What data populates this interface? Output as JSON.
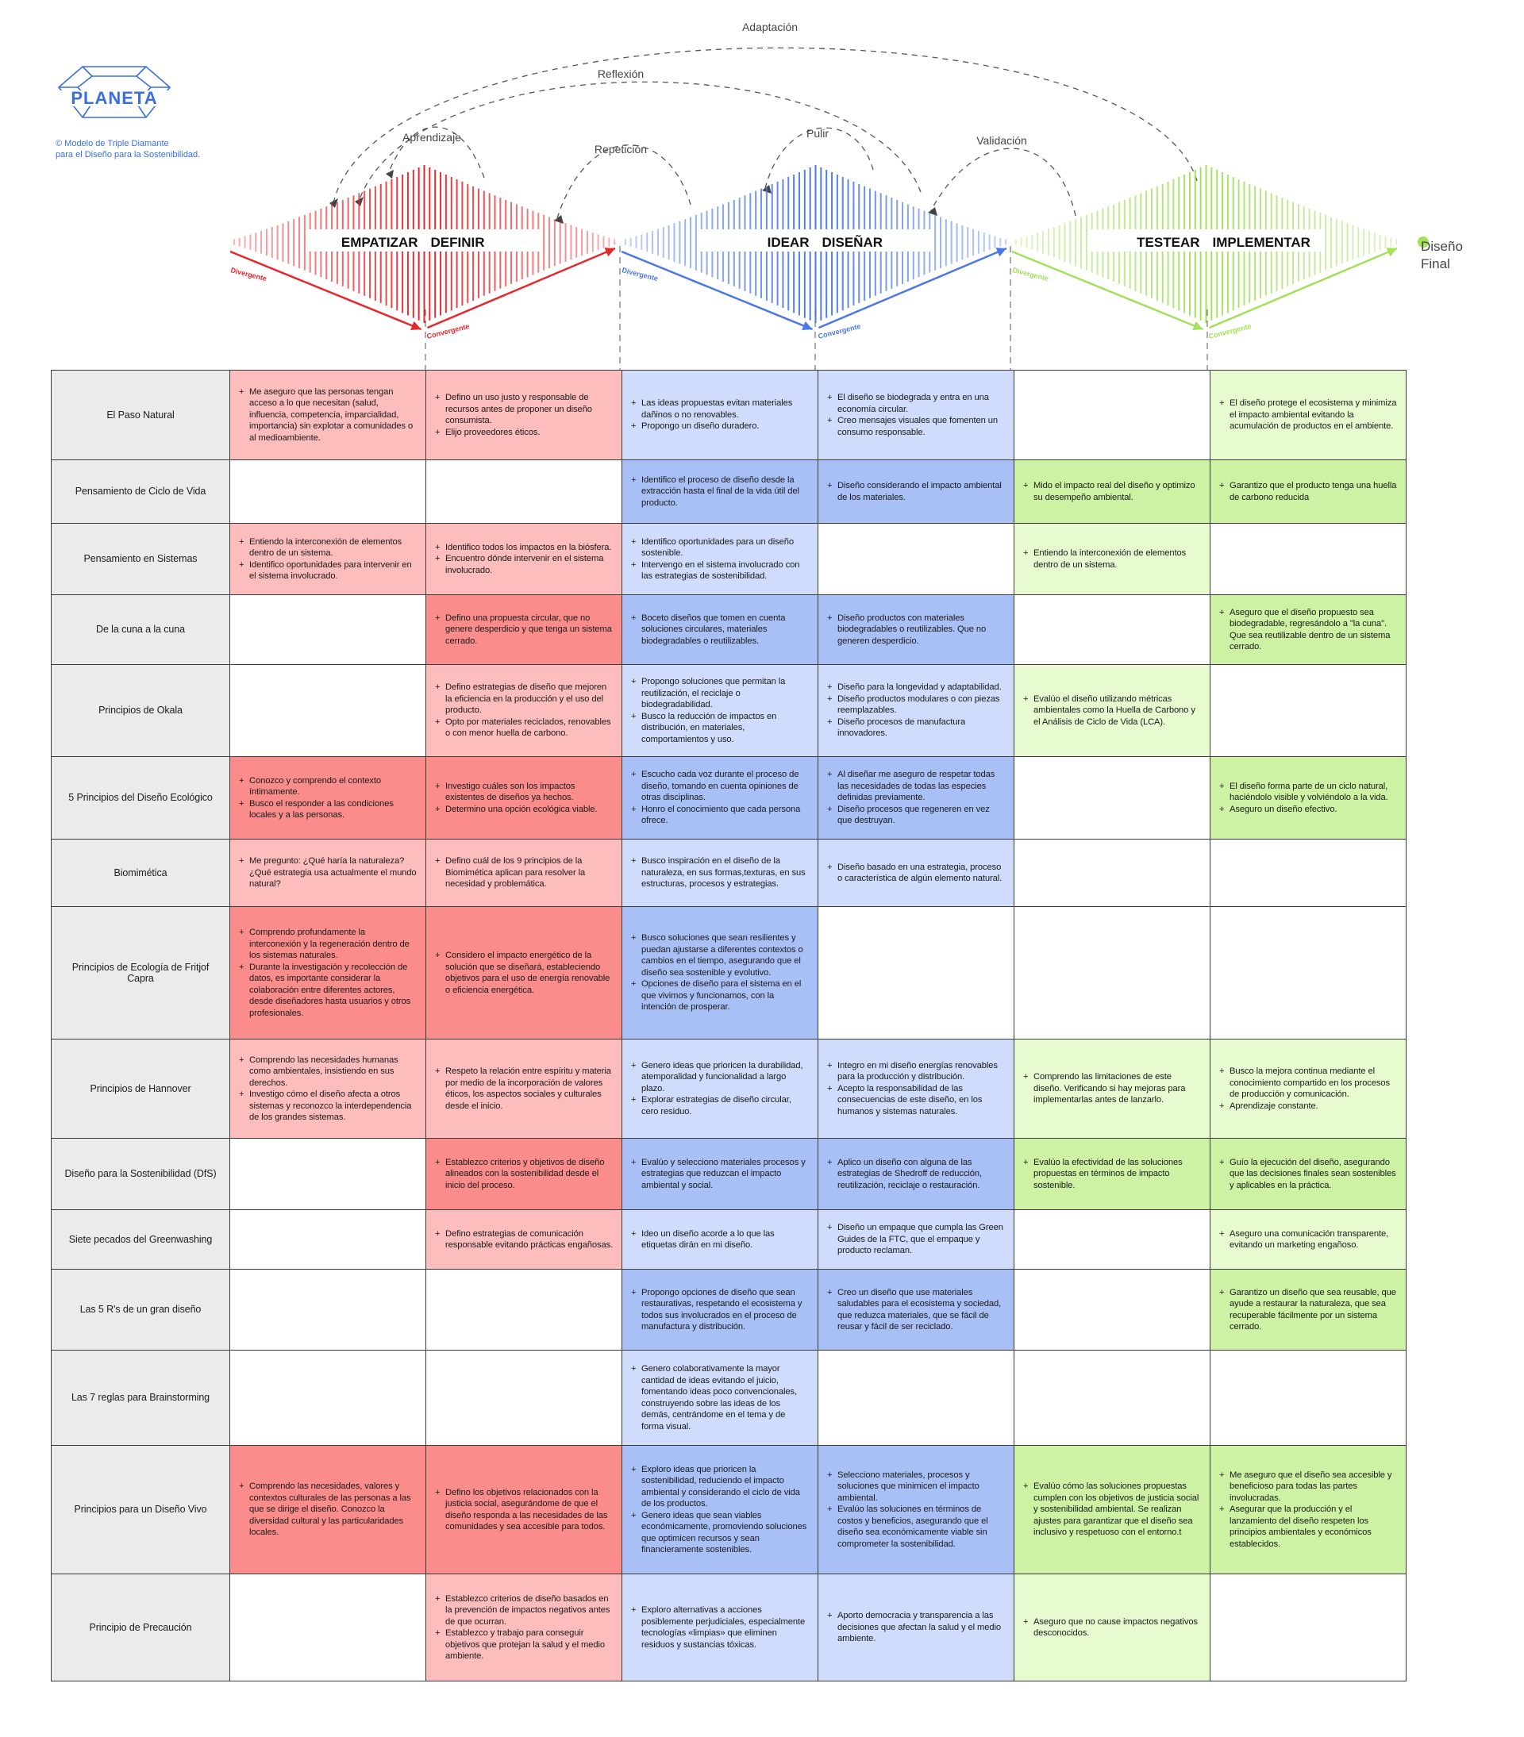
{
  "brand": {
    "logo_text": "PLANETA",
    "tagline_line1": "© Modelo de Triple Diamante",
    "tagline_line2": "para el Diseño para la Sostenibilidad."
  },
  "colors": {
    "red": "#e8262a",
    "blue": "#4a78e8",
    "green": "#a4e05a",
    "red_light": "#fdbdbd",
    "red_dark": "#fb8c8c",
    "blue_light": "#cfdcfc",
    "blue_dark": "#a9c0f6",
    "green_light": "#e8fbd0",
    "green_dark": "#cdf2a4"
  },
  "loops": {
    "adaptacion": "Adaptación",
    "reflexion": "Reflexión",
    "aprendizaje": "Aprendizaje",
    "repeticion": "Repetición",
    "pulir": "Pulir",
    "validacion": "Validación"
  },
  "diamonds": [
    {
      "left": "EMPATIZAR",
      "right": "DEFINIR",
      "color": "red",
      "divergent": "Divergente",
      "convergent": "Convergente"
    },
    {
      "left": "IDEAR",
      "right": "DISEÑAR",
      "color": "blue",
      "divergent": "Divergente",
      "convergent": "Convergente"
    },
    {
      "left": "TESTEAR",
      "right": "IMPLEMENTAR",
      "color": "green",
      "divergent": "Divergente",
      "convergent": "Convergente"
    }
  ],
  "final": {
    "line1": "Diseño",
    "line2": "Final"
  },
  "rows": [
    {
      "name": "El Paso Natural",
      "cells": [
        {
          "s": "r1",
          "items": [
            "Me aseguro que las personas tengan acceso a lo que necesitan (salud, influencia, competencia, imparcialidad, importancia) sin explotar a comunidades o al medioambiente."
          ]
        },
        {
          "s": "r1",
          "items": [
            "Defino un uso justo y responsable de recursos antes de proponer un diseño consumista.",
            "Elijo proveedores éticos."
          ]
        },
        {
          "s": "b1",
          "items": [
            "Las ideas propuestas evitan materiales dañinos o no renovables.",
            "Propongo un diseño duradero."
          ]
        },
        {
          "s": "b1",
          "items": [
            "El diseño se biodegrada y entra en una economía circular.",
            "Creo mensajes visuales que fomenten un consumo responsable."
          ]
        },
        {
          "s": "empty",
          "items": []
        },
        {
          "s": "g1",
          "items": [
            "El diseño protege el ecosistema y minimiza el impacto ambiental evitando la acumulación de productos en el ambiente."
          ]
        }
      ]
    },
    {
      "name": "Pensamiento de Ciclo de Vida",
      "cells": [
        {
          "s": "empty",
          "items": []
        },
        {
          "s": "empty",
          "items": []
        },
        {
          "s": "b2",
          "items": [
            "Identifico el proceso de diseño desde la extracción hasta el final de la vida útil del producto."
          ]
        },
        {
          "s": "b2",
          "items": [
            "Diseño considerando el impacto ambiental de los materiales."
          ]
        },
        {
          "s": "g2",
          "items": [
            "Mido el impacto real del diseño y optimizo su desempeño ambiental."
          ]
        },
        {
          "s": "g2",
          "items": [
            "Garantizo que el producto tenga una huella de carbono reducida"
          ]
        }
      ]
    },
    {
      "name": "Pensamiento en Sistemas",
      "cells": [
        {
          "s": "r1",
          "items": [
            "Entiendo la interconexión de elementos dentro de un sistema.",
            "Identifico oportunidades para intervenir en el sistema involucrado."
          ]
        },
        {
          "s": "r1",
          "items": [
            "Identifico todos los impactos en la biósfera.",
            "Encuentro dónde intervenir en el sistema involucrado."
          ]
        },
        {
          "s": "b1",
          "items": [
            "Identifico oportunidades para un diseño sostenible.",
            "Intervengo en el sistema involucrado con las estrategias de sostenibilidad."
          ]
        },
        {
          "s": "empty",
          "items": []
        },
        {
          "s": "g1",
          "items": [
            "Entiendo la interconexión de elementos dentro de un sistema."
          ]
        },
        {
          "s": "empty",
          "items": []
        }
      ]
    },
    {
      "name": "De la cuna a la cuna",
      "cells": [
        {
          "s": "empty",
          "items": []
        },
        {
          "s": "r2",
          "items": [
            "Defino una propuesta circular, que no genere desperdicio y que tenga un sistema cerrado."
          ]
        },
        {
          "s": "b2",
          "items": [
            "Boceto diseños que tomen en cuenta soluciones circulares, materiales biodegradables o reutilizables."
          ]
        },
        {
          "s": "b2",
          "items": [
            "Diseño productos con materiales biodegradables o reutilizables. Que no generen desperdicio."
          ]
        },
        {
          "s": "empty",
          "items": []
        },
        {
          "s": "g2",
          "items": [
            "Aseguro que el diseño propuesto sea biodegradable, regresándolo a \"la cuna\". Que sea reutilizable dentro de un sistema cerrado."
          ]
        }
      ]
    },
    {
      "name": "Principios de Okala",
      "cells": [
        {
          "s": "empty",
          "items": []
        },
        {
          "s": "r1",
          "items": [
            "Defino estrategias de diseño que mejoren la eficiencia en la producción y el uso del producto.",
            "Opto por materiales reciclados, renovables o con menor huella de carbono."
          ]
        },
        {
          "s": "b1",
          "items": [
            "Propongo soluciones que permitan la reutilización, el reciclaje o biodegradabilidad.",
            "Busco la reducción de impactos en distribución, en materiales, comportamientos y uso."
          ]
        },
        {
          "s": "b1",
          "items": [
            "Diseño para la longevidad y adaptabilidad.",
            "Diseño productos modulares o con piezas reemplazables.",
            "Diseño procesos de manufactura innovadores."
          ]
        },
        {
          "s": "g1",
          "items": [
            "Evalúo el diseño utilizando métricas ambientales como la Huella de Carbono y el Análisis de Ciclo de Vida (LCA)."
          ]
        },
        {
          "s": "empty",
          "items": []
        }
      ]
    },
    {
      "name": "5 Principios del Diseño Ecológico",
      "cells": [
        {
          "s": "r2",
          "items": [
            "Conozco y comprendo el contexto íntimamente.",
            "Busco el responder a las condiciones locales y a las personas."
          ]
        },
        {
          "s": "r2",
          "items": [
            "Investigo cuáles son los impactos existentes de diseños ya hechos.",
            "Determino una opción ecológica viable."
          ]
        },
        {
          "s": "b2",
          "items": [
            "Escucho cada voz durante el proceso de diseño, tomando en cuenta opiniones de otras disciplinas.",
            "Honro el conocimiento que cada persona ofrece."
          ]
        },
        {
          "s": "b2",
          "items": [
            "Al diseñar me aseguro de respetar todas las necesidades de todas las especies definidas previamente.",
            "Diseño procesos que regeneren en vez que destruyan."
          ]
        },
        {
          "s": "empty",
          "items": []
        },
        {
          "s": "g2",
          "items": [
            "El diseño forma parte de un ciclo natural, haciéndolo visible y volviéndolo a la vida.",
            "Aseguro un diseño efectivo."
          ]
        }
      ]
    },
    {
      "name": "Biomimética",
      "cells": [
        {
          "s": "r1",
          "items": [
            "Me pregunto: ¿Qué haría la naturaleza? ¿Qué estrategia usa actualmente el mundo natural?"
          ]
        },
        {
          "s": "r1",
          "items": [
            "Defino cuál de los 9 principios de la Biomimética aplican para resolver la necesidad y problemática."
          ]
        },
        {
          "s": "b1",
          "items": [
            "Busco inspiración en el diseño de la naturaleza, en sus formas,texturas, en sus estructuras, procesos y estrategias."
          ]
        },
        {
          "s": "b1",
          "items": [
            "Diseño basado en una estrategia, proceso o característica de algún elemento natural."
          ]
        },
        {
          "s": "empty",
          "items": []
        },
        {
          "s": "empty",
          "items": []
        }
      ]
    },
    {
      "name": "Principios de Ecología de Fritjof Capra",
      "cells": [
        {
          "s": "r2",
          "items": [
            "Comprendo profundamente la interconexión y la regeneración dentro de los sistemas naturales.",
            "Durante la investigación y recolección de datos, es importante considerar la colaboración entre diferentes actores, desde diseñadores hasta usuarios y otros profesionales."
          ]
        },
        {
          "s": "r2",
          "items": [
            "Considero el impacto energético de la solución que se diseñará, estableciendo objetivos para el uso de energía renovable o eficiencia energética."
          ]
        },
        {
          "s": "b2",
          "items": [
            "Busco soluciones que sean resilientes y puedan ajustarse a diferentes contextos o cambios en el tiempo, asegurando que el diseño sea sostenible y evolutivo.",
            "Opciones de diseño para el sistema en el que vivimos y funcionamos, con la intención de prosperar."
          ]
        },
        {
          "s": "empty",
          "items": []
        },
        {
          "s": "empty",
          "items": []
        },
        {
          "s": "empty",
          "items": []
        }
      ]
    },
    {
      "name": "Principios de Hannover",
      "cells": [
        {
          "s": "r1",
          "items": [
            "Comprendo las necesidades humanas como ambientales, insistiendo en sus derechos.",
            "Investigo cómo el diseño afecta a otros sistemas y reconozco la interdependencia de los grandes sistemas."
          ]
        },
        {
          "s": "r1",
          "items": [
            "Respeto la relación entre espíritu y materia por medio de la incorporación de valores éticos, los aspectos sociales y culturales desde el inicio."
          ]
        },
        {
          "s": "b1",
          "items": [
            "Genero ideas que prioricen la durabilidad, atemporalidad y funcionalidad a largo plazo.",
            "Explorar estrategias de diseño circular, cero residuo."
          ]
        },
        {
          "s": "b1",
          "items": [
            "Integro en mi diseño energías renovables para la producción y distribución.",
            "Acepto la responsabilidad de las consecuencias de este diseño, en los humanos y sistemas naturales."
          ]
        },
        {
          "s": "g1",
          "items": [
            "Comprendo las limitaciones de este diseño. Verificando si hay mejoras para implementarlas antes de lanzarlo."
          ]
        },
        {
          "s": "g1",
          "items": [
            "Busco la mejora continua mediante el conocimiento compartido en los procesos de producción y comunicación.",
            "Aprendizaje constante."
          ]
        }
      ]
    },
    {
      "name": "Diseño para la Sostenibilidad (DfS)",
      "cells": [
        {
          "s": "empty",
          "items": []
        },
        {
          "s": "r2",
          "items": [
            "Establezco criterios y objetivos de diseño alineados con la sostenibilidad desde el inicio del proceso."
          ]
        },
        {
          "s": "b2",
          "items": [
            "Evalúo y selecciono materiales procesos y estrategias que reduzcan el impacto ambiental y social."
          ]
        },
        {
          "s": "b2",
          "items": [
            "Aplico un diseño con alguna de las estrategias de Shedroff de reducción, reutilización, reciclaje o restauración."
          ]
        },
        {
          "s": "g2",
          "items": [
            "Evalúo la efectividad de las soluciones propuestas en términos de impacto sostenible."
          ]
        },
        {
          "s": "g2",
          "items": [
            "Guío la ejecución del diseño, asegurando que las decisiones finales sean sostenibles y aplicables en la práctica."
          ]
        }
      ]
    },
    {
      "name": "Siete pecados del Greenwashing",
      "cells": [
        {
          "s": "empty",
          "items": []
        },
        {
          "s": "r1",
          "items": [
            "Defino estrategias de comunicación responsable evitando prácticas engañosas."
          ]
        },
        {
          "s": "b1",
          "items": [
            "Ideo un diseño acorde a lo que las etiquetas dirán en mi diseño."
          ]
        },
        {
          "s": "b1",
          "items": [
            "Diseño un empaque que cumpla las Green Guides de la FTC, que el empaque y producto reclaman."
          ]
        },
        {
          "s": "empty",
          "items": []
        },
        {
          "s": "g1",
          "items": [
            "Aseguro una comunicación transparente, evitando un marketing engañoso."
          ]
        }
      ]
    },
    {
      "name": "Las 5 R's de un gran diseño",
      "cells": [
        {
          "s": "empty",
          "items": []
        },
        {
          "s": "empty",
          "items": []
        },
        {
          "s": "b2",
          "items": [
            "Propongo opciones de diseño que sean restaurativas, respetando el ecosistema y todos sus involucrados en el proceso de manufactura y distribución."
          ]
        },
        {
          "s": "b2",
          "items": [
            "Creo un diseño que use materiales saludables para el ecosistema y sociedad, que reduzca materiales, que se fácil de reusar y fácil de ser reciclado."
          ]
        },
        {
          "s": "empty",
          "items": []
        },
        {
          "s": "g2",
          "items": [
            "Garantizo un diseño que sea reusable, que ayude a restaurar la naturaleza, que sea recuperable fácilmente por un sistema cerrado."
          ]
        }
      ]
    },
    {
      "name": "Las 7 reglas para Brainstorming",
      "cells": [
        {
          "s": "empty",
          "items": []
        },
        {
          "s": "empty",
          "items": []
        },
        {
          "s": "b1",
          "items": [
            "Genero colaborativamente la mayor cantidad de ideas evitando el juicio, fomentando ideas poco convencionales, construyendo sobre las ideas de los demás, centrándome en el tema y de forma visual."
          ]
        },
        {
          "s": "empty",
          "items": []
        },
        {
          "s": "empty",
          "items": []
        },
        {
          "s": "empty",
          "items": []
        }
      ]
    },
    {
      "name": "Principios para un Diseño Vivo",
      "cells": [
        {
          "s": "r2",
          "items": [
            "Comprendo las necesidades, valores y contextos culturales de las personas a las que se dirige el diseño. Conozco la diversidad cultural y las particularidades locales."
          ]
        },
        {
          "s": "r2",
          "items": [
            "Defino los objetivos relacionados con la justicia social, asegurándome de que el diseño responda a las necesidades de las comunidades y sea accesible para todos."
          ]
        },
        {
          "s": "b2",
          "items": [
            "Exploro ideas que prioricen la sostenibilidad, reduciendo el impacto ambiental y considerando el ciclo de vida de los productos.",
            "Genero ideas que sean viables económicamente, promoviendo soluciones que optimicen recursos y sean financieramente sostenibles."
          ]
        },
        {
          "s": "b2",
          "items": [
            "Selecciono materiales, procesos y soluciones que minimicen el impacto ambiental.",
            "Evalúo las soluciones en términos de costos y beneficios, asegurando que el diseño sea económicamente viable sin comprometer la sostenibilidad."
          ]
        },
        {
          "s": "g2",
          "items": [
            "Evalúo cómo las soluciones propuestas cumplen con los objetivos de justicia social y sostenibilidad ambiental. Se realizan ajustes para garantizar que el diseño sea inclusivo y respetuoso con el entorno.t"
          ]
        },
        {
          "s": "g2",
          "items": [
            "Me aseguro que el diseño sea accesible y beneficioso para todas las partes involucradas.",
            "Asegurar que la producción y el lanzamiento del diseño respeten los principios ambientales y económicos establecidos."
          ]
        }
      ]
    },
    {
      "name": "Principio de Precaución",
      "cells": [
        {
          "s": "empty",
          "items": []
        },
        {
          "s": "r1",
          "items": [
            "Establezco criterios de diseño basados en la prevención de impactos negativos antes de que ocurran.",
            "Establezco y trabajo para conseguir objetivos que protejan la salud y el medio ambiente."
          ]
        },
        {
          "s": "b1",
          "items": [
            "Exploro alternativas a acciones posiblemente perjudiciales, especialmente tecnologías «limpias» que eliminen residuos y sustancias tóxicas."
          ]
        },
        {
          "s": "b1",
          "items": [
            "Aporto democracia y transparencia a las decisiones que afectan la salud y el medio ambiente."
          ]
        },
        {
          "s": "g1",
          "items": [
            "Aseguro que no cause impactos negativos desconocidos."
          ]
        },
        {
          "s": "empty",
          "items": []
        }
      ]
    }
  ]
}
